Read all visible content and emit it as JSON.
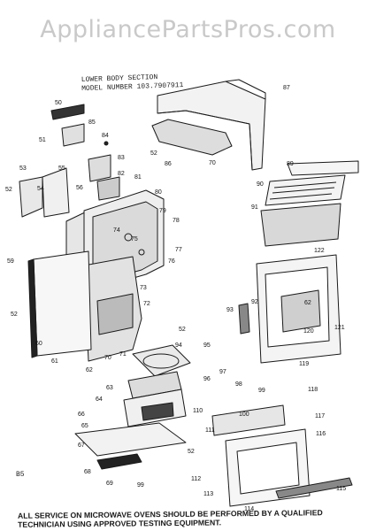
{
  "watermark": "AppliancePartsPros.com",
  "title": {
    "line1": "LOWER BODY SECTION",
    "line2": "MODEL NUMBER 103.7907911"
  },
  "code": "B5",
  "footer": {
    "line1": "ALL SERVICE ON MICROWAVE OVENS SHOULD BE PERFORMED BY A QUALIFIED",
    "line2": "TECHNICIAN USING APPROVED TESTING EQUIPMENT."
  },
  "callouts": [
    "50",
    "85",
    "51",
    "84",
    "83",
    "82",
    "53",
    "55",
    "54",
    "56",
    "52",
    "81",
    "80",
    "79",
    "74",
    "78",
    "75",
    "77",
    "76",
    "59",
    "73",
    "72",
    "71",
    "70",
    "61",
    "60",
    "62",
    "87",
    "52",
    "86",
    "70",
    "89",
    "90",
    "91",
    "122",
    "92",
    "62",
    "121",
    "120",
    "119",
    "93",
    "94",
    "95",
    "97",
    "96",
    "98",
    "63",
    "64",
    "66",
    "65",
    "110",
    "67",
    "52",
    "68",
    "69",
    "99",
    "99",
    "118",
    "100",
    "117",
    "111",
    "116",
    "112",
    "113",
    "115",
    "114",
    "52",
    "52"
  ]
}
